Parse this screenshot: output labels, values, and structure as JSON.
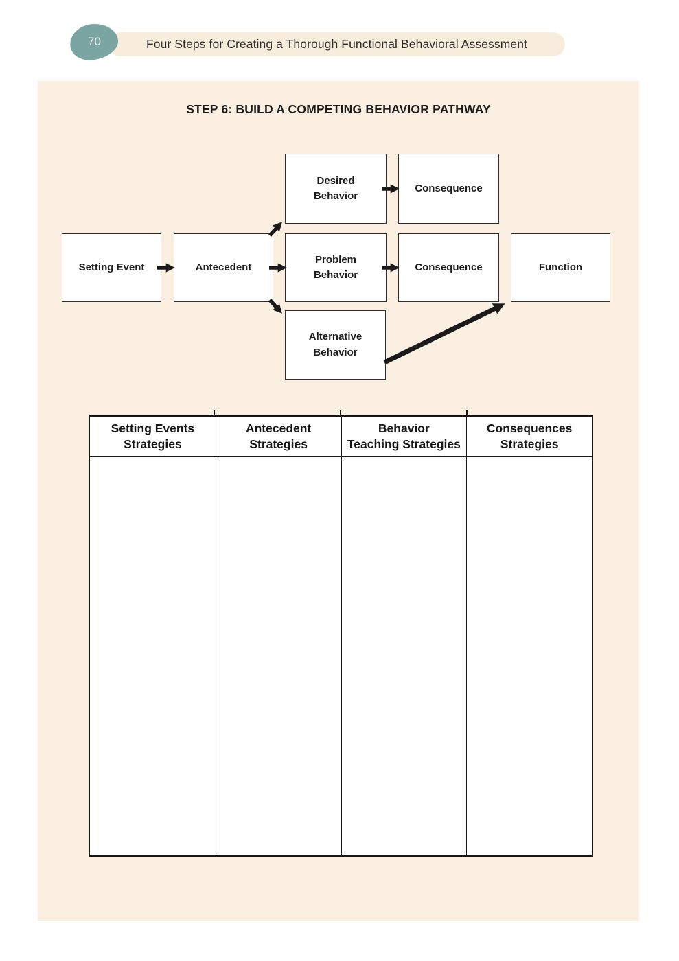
{
  "page": {
    "number": "70",
    "header_title": "Four Steps for Creating a Thorough Functional Behavioral Assessment"
  },
  "section": {
    "title": "STEP 6: BUILD A COMPETING BEHAVIOR PATHWAY"
  },
  "diagram": {
    "nodes": {
      "setting_event": [
        "Setting Event"
      ],
      "antecedent": [
        "Antecedent"
      ],
      "desired_behavior": [
        "Desired",
        "Behavior"
      ],
      "consequence_desired": [
        "Consequence"
      ],
      "problem_behavior": [
        "Problem",
        "Behavior"
      ],
      "consequence_problem": [
        "Consequence"
      ],
      "function": [
        "Function"
      ],
      "alternative_behavior": [
        "Alternative",
        "Behavior"
      ]
    },
    "arrows": [
      "setting-event-to-antecedent",
      "antecedent-to-desired-behavior",
      "antecedent-to-problem-behavior",
      "antecedent-to-alternative-behavior",
      "desired-behavior-to-consequence",
      "problem-behavior-to-consequence",
      "alternative-behavior-to-function"
    ]
  },
  "table": {
    "headers": [
      [
        "Setting Events",
        "Strategies"
      ],
      [
        "Antecedent",
        "Strategies"
      ],
      [
        "Behavior",
        "Teaching Strategies"
      ],
      [
        "Consequences",
        "Strategies"
      ]
    ],
    "cells": [
      "",
      "",
      "",
      ""
    ]
  },
  "colors": {
    "content_bg": "#faefe0",
    "pill_bg": "#f8ecda",
    "badge_bg": "#7ba5a2",
    "badge_text": "#f2f6f5",
    "box_bg": "#ffffff",
    "box_border": "#2e2e2e",
    "arrow": "#1a1a1a",
    "table_border": "#151515",
    "text": "#1d1d1d"
  }
}
